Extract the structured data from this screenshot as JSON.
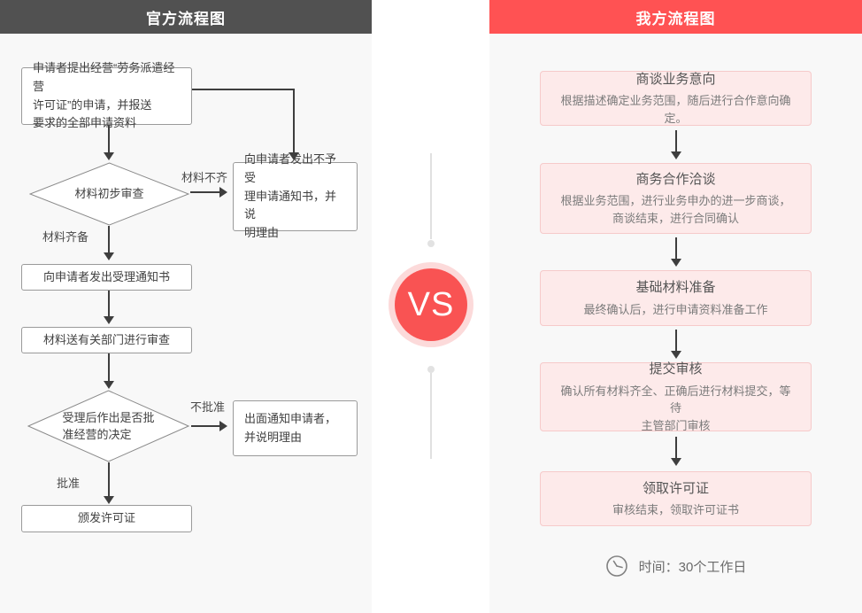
{
  "vs": {
    "label": "VS"
  },
  "left_panel": {
    "title": "官方流程图",
    "nodes": {
      "start_box": "申请者提出经营“劳务派遣经营\n许可证”的申请，并报送\n要求的全部申请资料",
      "review_diamond": "材料初步审查",
      "incomplete_label": "材料不齐",
      "reject_notice_box": "向申请者发出不予受\n理申请通知书，并说\n明理由",
      "complete_label": "材料齐备",
      "accept_notice_box": "向申请者发出受理通知书",
      "dept_review_box": "材料送有关部门进行审查",
      "decision_diamond": "受理后作出是否批\n准经营的决定",
      "not_approved_label": "不批准",
      "notify_rejection_box": "出面通知申请者，\n并说明理由",
      "approved_label": "批准",
      "issue_license_box": "颁发许可证"
    }
  },
  "right_panel": {
    "title": "我方流程图",
    "steps": [
      {
        "title": "商谈业务意向",
        "desc": "根据描述确定业务范围，随后进行合作意向确定。"
      },
      {
        "title": "商务合作洽谈",
        "desc": "根据业务范围，进行业务申办的进一步商谈，\n商谈结束，进行合同确认"
      },
      {
        "title": "基础材料准备",
        "desc": "最终确认后，进行申请资料准备工作"
      },
      {
        "title": "提交审核",
        "desc": "确认所有材料齐全、正确后进行材料提交，等待\n主管部门审核"
      },
      {
        "title": "领取许可证",
        "desc": "审核结束，领取许可证书"
      }
    ],
    "footer": {
      "time_label": "时间：30个工作日"
    }
  },
  "colors": {
    "header_dark": "#515151",
    "header_red": "#ff5253",
    "panel_bg": "#f8f8f8",
    "card_bg": "#fdeaea",
    "card_border": "#f6caca",
    "badge_red": "#f95353",
    "badge_ring": "#fcdada",
    "arrow": "#3e3e3e"
  }
}
